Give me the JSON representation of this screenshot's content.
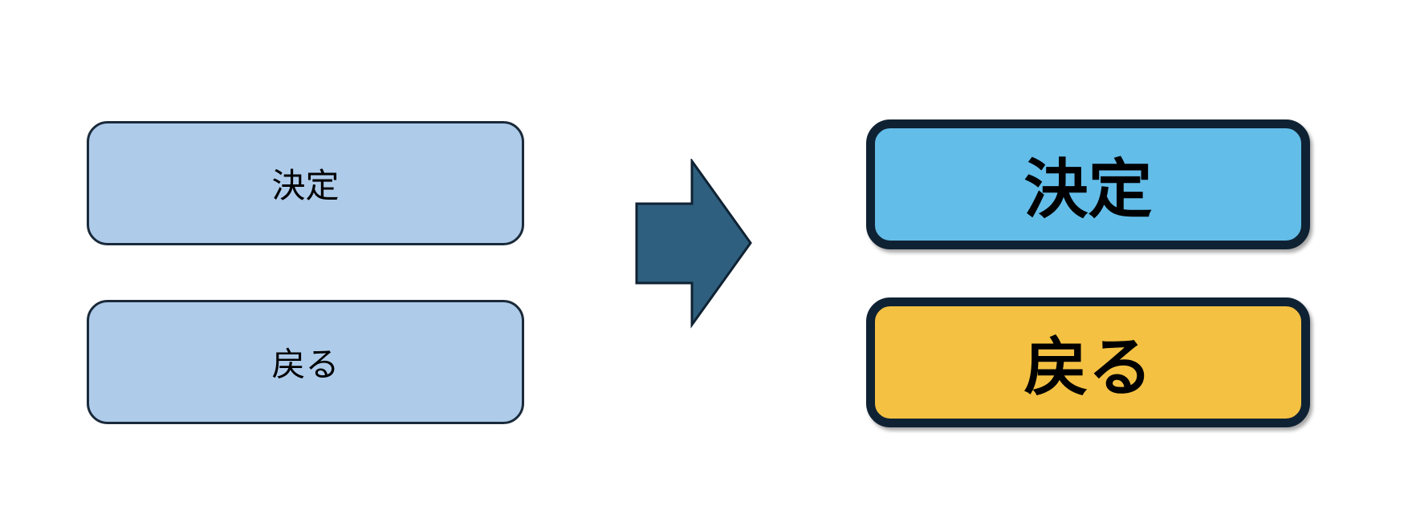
{
  "before": {
    "confirm_label": "決定",
    "back_label": "戻る",
    "fill_color": "#aecbea"
  },
  "arrow": {
    "icon": "right-arrow-icon",
    "color": "#2e5f7e"
  },
  "after": {
    "confirm_label": "決定",
    "confirm_color": "#63bde9",
    "back_label": "戻る",
    "back_color": "#f4c142"
  }
}
